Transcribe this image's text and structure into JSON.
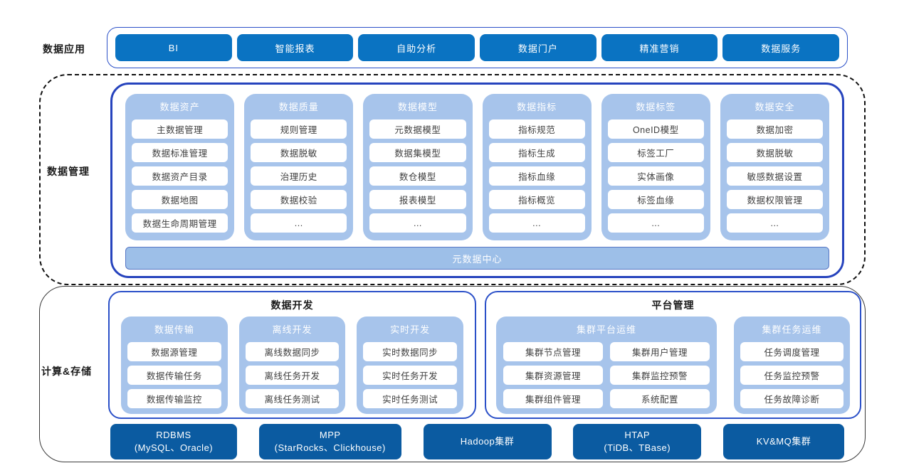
{
  "colors": {
    "primary_blue": "#0a73c2",
    "infra_navy": "#0b5ba1",
    "column_light_blue": "#a7c4eb",
    "meta_bar_blue": "#9dbfe8",
    "inner_border_blue": "#2643bd",
    "box_border_blue": "#2b50c8"
  },
  "apps": {
    "label": "数据应用",
    "items": [
      "BI",
      "智能报表",
      "自助分析",
      "数据门户",
      "精准营销",
      "数据服务"
    ]
  },
  "management": {
    "label": "数据管理",
    "columns": [
      {
        "header": "数据资产",
        "items": [
          "主数据管理",
          "数据标准管理",
          "数据资产目录",
          "数据地图",
          "数据生命周期管理"
        ]
      },
      {
        "header": "数据质量",
        "items": [
          "规则管理",
          "数据脱敏",
          "治理历史",
          "数据校验",
          "..."
        ]
      },
      {
        "header": "数据模型",
        "items": [
          "元数据模型",
          "数据集模型",
          "数仓模型",
          "报表模型",
          "..."
        ]
      },
      {
        "header": "数据指标",
        "items": [
          "指标规范",
          "指标生成",
          "指标血缘",
          "指标概览",
          "..."
        ]
      },
      {
        "header": "数据标签",
        "items": [
          "OneID模型",
          "标签工厂",
          "实体画像",
          "标签血缘",
          "..."
        ]
      },
      {
        "header": "数据安全",
        "items": [
          "数据加密",
          "数据脱敏",
          "敏感数据设置",
          "数据权限管理",
          "..."
        ]
      }
    ],
    "footer_bar": "元数据中心"
  },
  "compute": {
    "label": "计算&存储",
    "dev": {
      "title": "数据开发",
      "columns": [
        {
          "header": "数据传输",
          "items": [
            "数据源管理",
            "数据传输任务",
            "数据传输监控"
          ]
        },
        {
          "header": "离线开发",
          "items": [
            "离线数据同步",
            "离线任务开发",
            "离线任务测试"
          ]
        },
        {
          "header": "实时开发",
          "items": [
            "实时数据同步",
            "实时任务开发",
            "实时任务测试"
          ]
        }
      ]
    },
    "platform": {
      "title": "平台管理",
      "groups": [
        {
          "header": "集群平台运维",
          "col1": [
            "集群节点管理",
            "集群资源管理",
            "集群组件管理"
          ],
          "col2": [
            "集群用户管理",
            "集群监控预警",
            "系统配置"
          ]
        },
        {
          "header": "集群任务运维",
          "items": [
            "任务调度管理",
            "任务监控预警",
            "任务故障诊断"
          ]
        }
      ]
    },
    "infra": [
      {
        "line1": "RDBMS",
        "line2": "(MySQL、Oracle)"
      },
      {
        "line1": "MPP",
        "line2": "(StarRocks、Clickhouse)"
      },
      {
        "line1": "Hadoop集群",
        "line2": ""
      },
      {
        "line1": "HTAP",
        "line2": "(TiDB、TBase)"
      },
      {
        "line1": "KV&MQ集群",
        "line2": ""
      }
    ]
  }
}
